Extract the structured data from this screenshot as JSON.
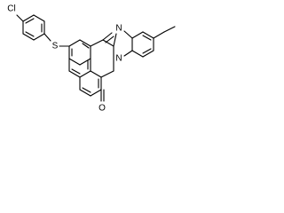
{
  "molecule": {
    "atoms": {
      "chlorine": "Cl",
      "sulfur": "S",
      "nitrogen_imine": "N",
      "nitrogen_ring": "N",
      "oxygen": "O"
    }
  },
  "colors": {
    "background": "#ffffff",
    "bond": "#000000",
    "label": "#000000"
  }
}
